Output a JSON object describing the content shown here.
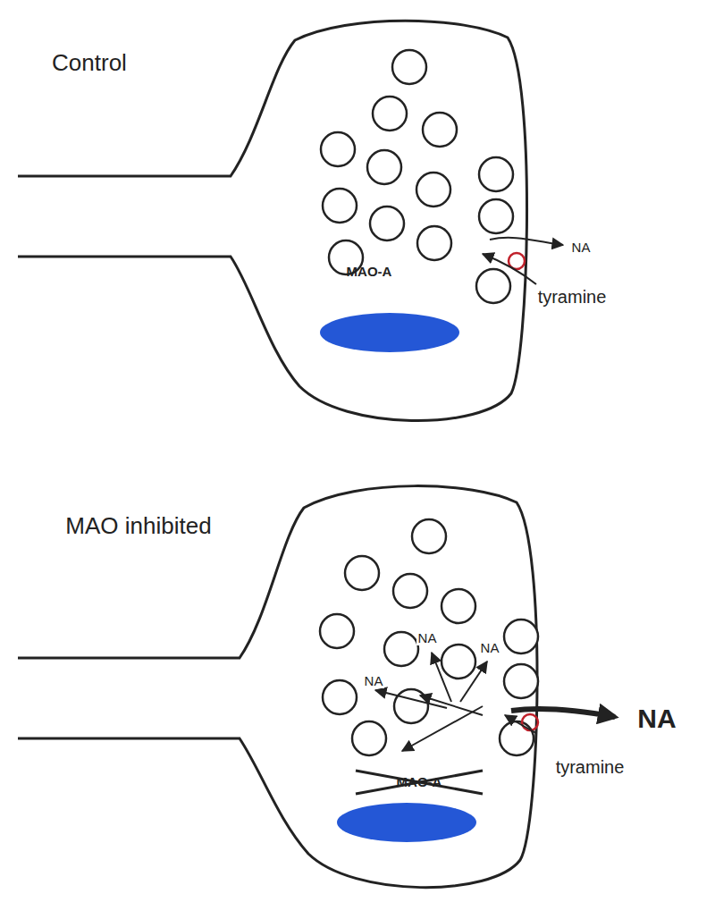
{
  "diagram": {
    "labels": [
      "Control",
      "NA",
      "tyramine",
      "MAO-A",
      "MAO inhibited",
      "NA",
      "NA",
      "NA",
      "MAO-A",
      "NA",
      "tyramine"
    ]
  }
}
